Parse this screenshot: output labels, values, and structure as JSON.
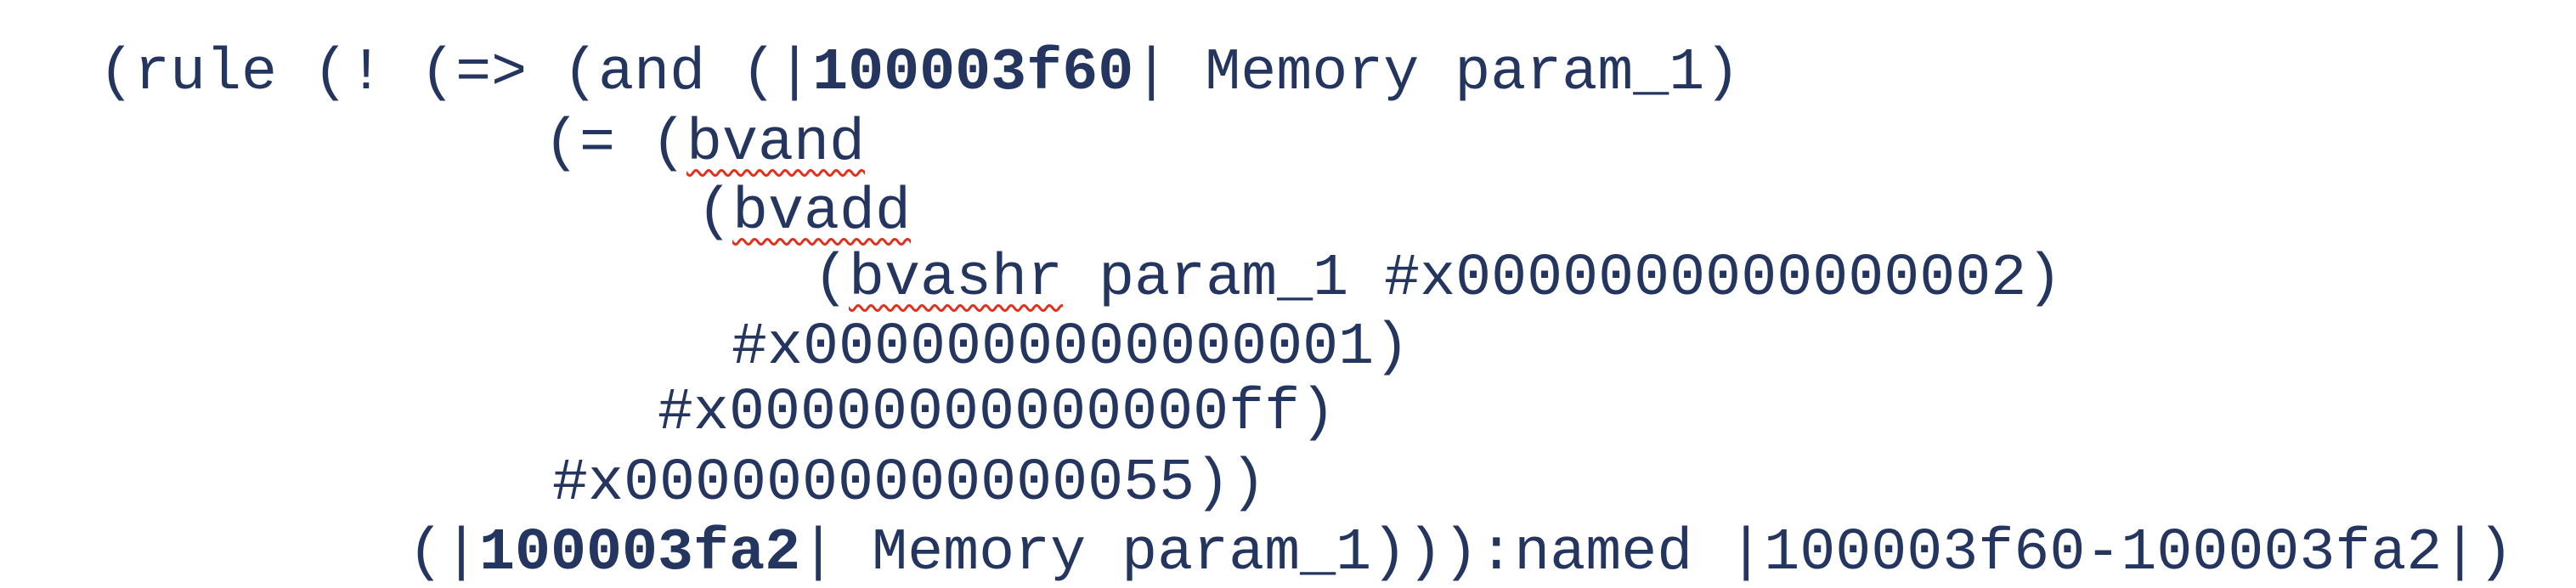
{
  "lines": [
    {
      "a": "(rule (! (=> (and (|",
      "bold": "100003f60",
      "b": "| Memory param_1)"
    },
    {
      "a": "(= (",
      "sq": "bvand",
      "b": ""
    },
    {
      "a": "(",
      "sq": "bvadd",
      "b": ""
    },
    {
      "a": "(",
      "sq": "bvashr",
      "b": " param_1 #x0000000000000002)"
    },
    {
      "a": "#x0000000000000001)"
    },
    {
      "a": "#x00000000000000ff)"
    },
    {
      "a": "#x0000000000000055))"
    },
    {
      "a": "(|",
      "bold": "100003fa2",
      "b": "| Memory param_1))):named |100003f60-100003fa2|)"
    }
  ]
}
